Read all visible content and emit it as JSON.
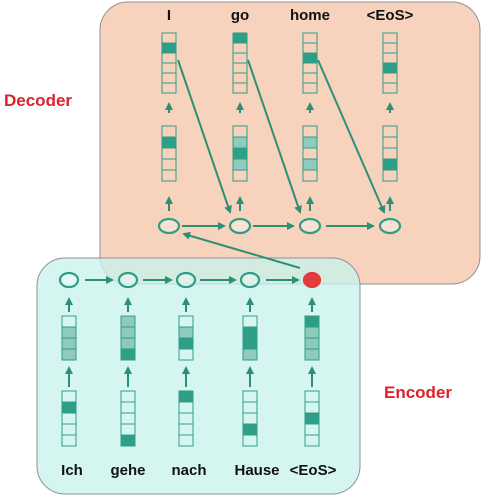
{
  "colors": {
    "decoder_fill": "#f7d2bc",
    "encoder_fill": "#c9f4ec",
    "box_border": "#8f8f8f",
    "teal_strong": "#2e9e86",
    "teal_mid": "#8fcbbd",
    "teal_light": "#cfe8e1",
    "arrow": "#2e8f79",
    "hidden_red": "#e33b3b",
    "label_red": "#e0202a",
    "text": "#111111"
  },
  "labels": {
    "decoder": "Decoder",
    "encoder": "Encoder"
  },
  "decoder": {
    "output_words": [
      "I",
      "go",
      "home",
      "<EoS>"
    ],
    "output_onehot_index": [
      1,
      0,
      2,
      3
    ],
    "embedding_levels": [
      [
        0,
        2,
        0,
        0,
        0
      ],
      [
        0,
        1,
        2,
        1,
        0
      ],
      [
        0,
        1,
        0,
        1,
        0
      ],
      [
        0,
        0,
        0,
        2,
        0
      ]
    ]
  },
  "encoder": {
    "input_words": [
      "Ich",
      "gehe",
      "nach",
      "Hause",
      "<EoS>"
    ],
    "input_onehot_index": [
      1,
      4,
      0,
      3,
      2
    ],
    "embedding_levels": [
      [
        0,
        1,
        1,
        1
      ],
      [
        1,
        1,
        1,
        2
      ],
      [
        0,
        1,
        2,
        0
      ],
      [
        0,
        2,
        2,
        1
      ],
      [
        2,
        1,
        1,
        1
      ]
    ]
  },
  "context_node": "red"
}
